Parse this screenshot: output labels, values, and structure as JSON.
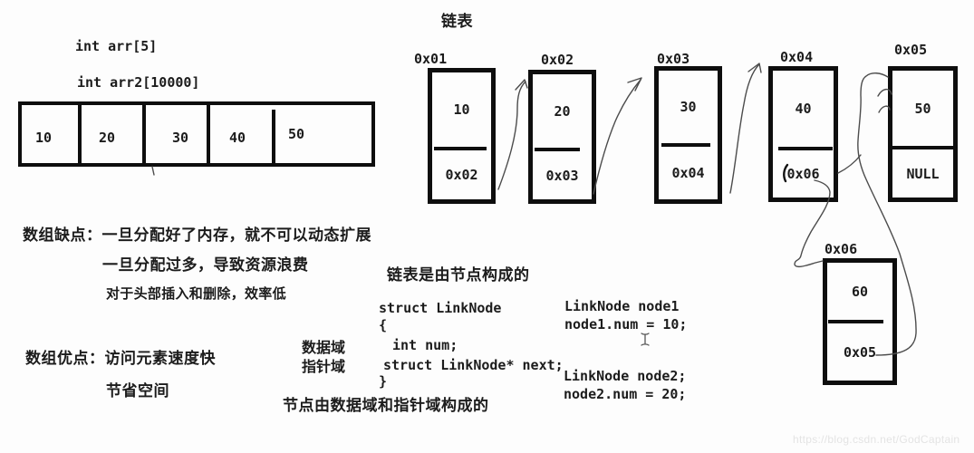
{
  "title": "链表",
  "array": {
    "decl1": "int arr[5]",
    "decl2": "int arr2[10000]",
    "cells": [
      "10",
      "20",
      "30",
      "40",
      "50"
    ],
    "cons_line1": "数组缺点：一旦分配好了内存，就不可以动态扩展",
    "cons_line2": "一旦分配过多，导致资源浪费",
    "cons_line3": "对于头部插入和删除，效率低",
    "pros_line1": "数组优点：访问元素速度快",
    "pros_line2": "节省空间"
  },
  "list": {
    "intro": "链表是由节点构成的",
    "data_field_label": "数据域",
    "pointer_field_label": "指针域",
    "footer": "节点由数据域和指针域构成的",
    "nodes": [
      {
        "address": "0x01",
        "value": "10",
        "next": "0x02"
      },
      {
        "address": "0x02",
        "value": "20",
        "next": "0x03"
      },
      {
        "address": "0x03",
        "value": "30",
        "next": "0x04"
      },
      {
        "address": "0x04",
        "value": "40",
        "next": "0x06"
      },
      {
        "address": "0x05",
        "value": "50",
        "next": "NULL"
      },
      {
        "address": "0x06",
        "value": "60",
        "next": "0x05"
      }
    ]
  },
  "code": {
    "struct_line1": "struct LinkNode",
    "struct_line2": "{",
    "struct_line3": "int num;",
    "struct_line4": "struct LinkNode* next;",
    "struct_line5": "}",
    "node1_line1": "LinkNode node1",
    "node1_line2": "node1.num = 10;",
    "node2_line1": "LinkNode node2;",
    "node2_line2": "node2.num = 20;"
  },
  "watermark": "https://blog.csdn.net/GodCaptain",
  "colors": {
    "ink": "#0e0e0e",
    "pen_stroke": "#4c4c4c",
    "watermark": "#e4e4e4"
  }
}
